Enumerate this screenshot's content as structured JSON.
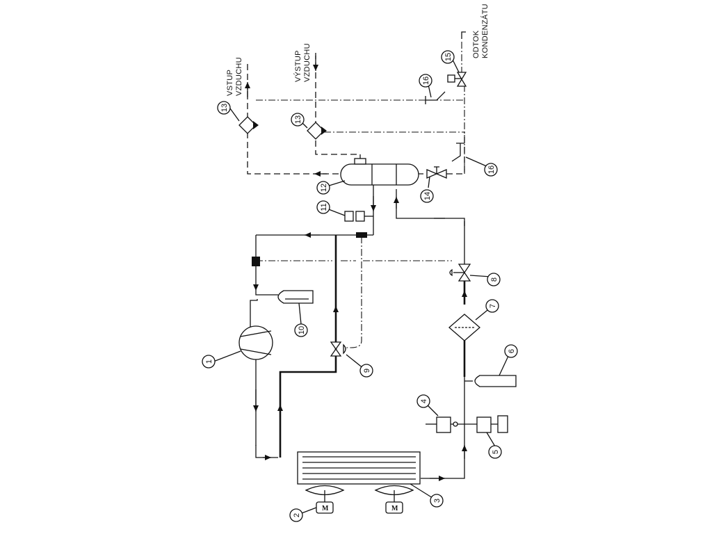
{
  "labels": {
    "air_inlet_line1": "VSTUP",
    "air_inlet_line2": "VZDUCHU",
    "air_outlet_line1": "VÝSTUP",
    "air_outlet_line2": "VZDUCHU",
    "condensate_line1": "ODTOK",
    "condensate_line2": "KONDENZÁTU",
    "motor_glyph": "M"
  },
  "components": [
    "1",
    "2",
    "3",
    "4",
    "5",
    "6",
    "7",
    "8",
    "9",
    "10",
    "11",
    "12",
    "13",
    "13",
    "14",
    "15",
    "16",
    "16"
  ]
}
